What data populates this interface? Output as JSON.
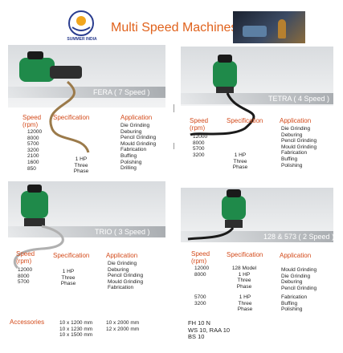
{
  "header": {
    "brand": "SUMMER INDIA",
    "title": "Multi Speed Machines"
  },
  "common": {
    "speed_header": "Speed",
    "rpm_header": "(rpm)",
    "spec_header": "Specification",
    "app_header": "Application"
  },
  "fera": {
    "label": "FERA ( 7 Speed )",
    "speeds": [
      "12000",
      "8000",
      "5700",
      "3200",
      "2100",
      "1600",
      "850"
    ],
    "spec": [
      "1 HP",
      "Three",
      "Phase"
    ],
    "apps": [
      "Die Grinding",
      "Deburing",
      "Pencil Grinding",
      "Mould Grinding",
      "Fabrication",
      "Buffing",
      "Polishing",
      "Drilling"
    ]
  },
  "tetra": {
    "label": "TETRA ( 4 Speed )",
    "speeds": [
      "12000",
      "8000",
      "5700",
      "3200"
    ],
    "spec": [
      "1 HP",
      "Three",
      "Phase"
    ],
    "apps": [
      "Die Grinding",
      "Deburing",
      "Pencil Grinding",
      "Mould Grinding",
      "Fabrication",
      "Buffing",
      "Polishing"
    ]
  },
  "trio": {
    "label": "TRIO ( 3 Speed )",
    "speeds": [
      "12000",
      "8000",
      "5700"
    ],
    "spec": [
      "1 HP",
      "Three",
      "Phase"
    ],
    "apps": [
      "Die Grinding",
      "Deburing",
      "Pencil Grinding",
      "Mould Grinding",
      "Fabrication"
    ]
  },
  "m128": {
    "label": "128 & 573 ( 2 Speed )",
    "speeds_a": [
      "12000",
      "8000"
    ],
    "spec_a": [
      "128 Model",
      "1 HP",
      "Three",
      "Phase"
    ],
    "apps_a": [
      "Mould Grinding",
      "Die Grinding",
      "Deburing",
      "Pencil Grinding"
    ],
    "speeds_b": [
      "5700",
      "3200"
    ],
    "spec_b": [
      "1 HP",
      "Three",
      "Phase"
    ],
    "apps_b": [
      "Fabrication",
      "Buffing",
      "Polishing"
    ]
  },
  "accessories": {
    "label": "Accessories",
    "col1": [
      "10 x 1200 mm",
      "10 x 1230 mm",
      "10 x 1500 mm"
    ],
    "col2": [
      "10 x 2000 mm",
      "12 x 2000 mm"
    ],
    "col3": [
      "FH 10 N",
      "WS 10, RAA 10",
      "BS 10"
    ]
  },
  "colors": {
    "title": "#e0621c",
    "header_red": "#d34a1a",
    "machine_green": "#1f8a4a"
  }
}
